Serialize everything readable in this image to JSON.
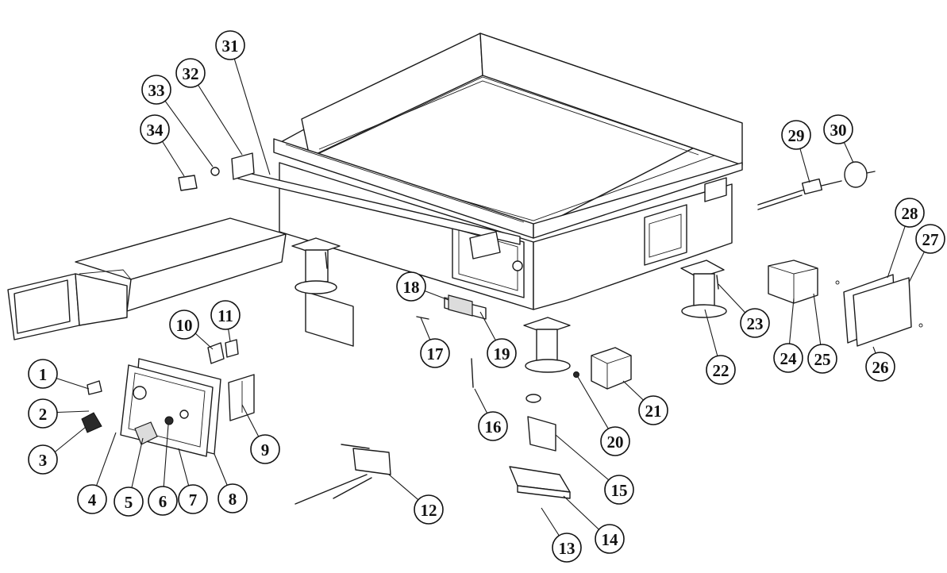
{
  "callouts": [
    {
      "id": "1",
      "label": "1"
    },
    {
      "id": "2",
      "label": "2"
    },
    {
      "id": "3",
      "label": "3"
    },
    {
      "id": "4",
      "label": "4"
    },
    {
      "id": "5",
      "label": "5"
    },
    {
      "id": "6",
      "label": "6"
    },
    {
      "id": "7",
      "label": "7"
    },
    {
      "id": "8",
      "label": "8"
    },
    {
      "id": "9",
      "label": "9"
    },
    {
      "id": "10",
      "label": "10"
    },
    {
      "id": "11",
      "label": "11"
    },
    {
      "id": "12",
      "label": "12"
    },
    {
      "id": "13",
      "label": "13"
    },
    {
      "id": "14",
      "label": "14"
    },
    {
      "id": "15",
      "label": "15"
    },
    {
      "id": "16",
      "label": "16"
    },
    {
      "id": "17",
      "label": "17"
    },
    {
      "id": "18",
      "label": "18"
    },
    {
      "id": "19",
      "label": "19"
    },
    {
      "id": "20",
      "label": "20"
    },
    {
      "id": "21",
      "label": "21"
    },
    {
      "id": "22",
      "label": "22"
    },
    {
      "id": "23",
      "label": "23"
    },
    {
      "id": "24",
      "label": "24"
    },
    {
      "id": "25",
      "label": "25"
    },
    {
      "id": "26",
      "label": "26"
    },
    {
      "id": "27",
      "label": "27"
    },
    {
      "id": "28",
      "label": "28"
    },
    {
      "id": "29",
      "label": "29"
    },
    {
      "id": "30",
      "label": "30"
    },
    {
      "id": "31",
      "label": "31"
    },
    {
      "id": "32",
      "label": "32"
    },
    {
      "id": "33",
      "label": "33"
    },
    {
      "id": "34",
      "label": "34"
    }
  ]
}
